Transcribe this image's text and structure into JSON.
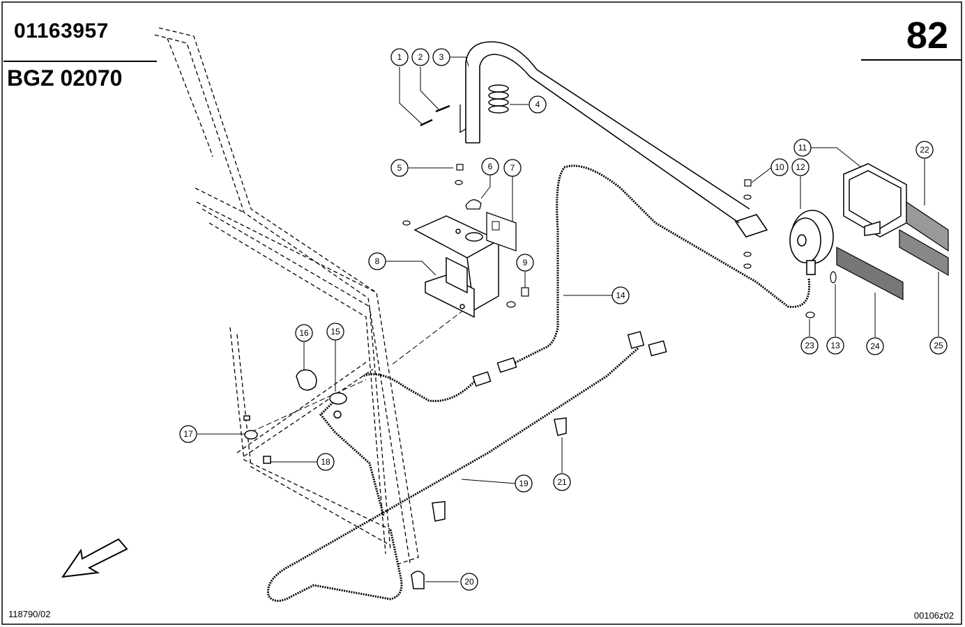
{
  "header": {
    "part_number": "01163957",
    "group_code": "BGZ 02070",
    "page_number": "82"
  },
  "footer": {
    "left_ref": "118790/02",
    "right_ref": "00106z02"
  },
  "callouts": [
    "1",
    "2",
    "3",
    "4",
    "5",
    "6",
    "7",
    "8",
    "9",
    "10",
    "11",
    "12",
    "13",
    "14",
    "15",
    "16",
    "17",
    "18",
    "19",
    "20",
    "21",
    "22",
    "23",
    "24",
    "25"
  ]
}
